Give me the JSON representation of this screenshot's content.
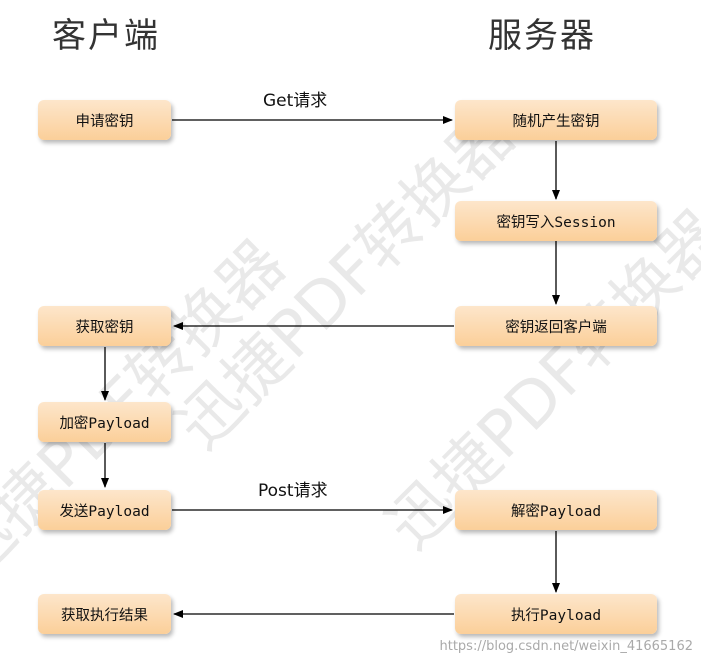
{
  "columns": {
    "client": "客户端",
    "server": "服务器"
  },
  "boxes": {
    "apply_key": "申请密钥",
    "random_key": "随机产生密钥",
    "key_session": "密钥写入Session",
    "return_key": "密钥返回客户端",
    "get_key": "获取密钥",
    "encrypt_payload": "加密Payload",
    "send_payload": "发送Payload",
    "decrypt_payload": "解密Payload",
    "execute_payload": "执行Payload",
    "get_result": "获取执行结果"
  },
  "arrow_labels": {
    "get_request": "Get请求",
    "post_request": "Post请求"
  },
  "watermark": "迅捷PDF转换器",
  "url": "https://blog.csdn.net/weixin_41665162",
  "colors": {
    "box_top": "#fde6cb",
    "box_bottom": "#fbcf99",
    "arrow": "#000000"
  }
}
